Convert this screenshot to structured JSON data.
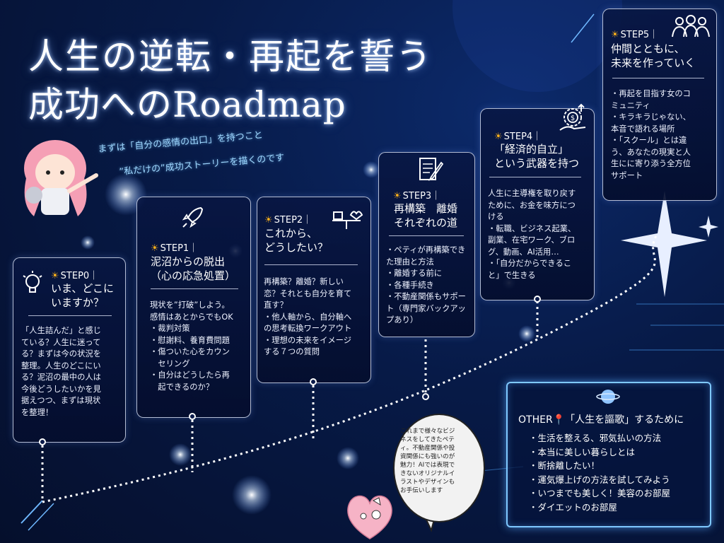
{
  "title_line1": "人生の逆転・再起を誓う",
  "title_line2": "成功へのRoadmap",
  "tagline_line1": "まずは「自分の感情の出口」を持つこと",
  "tagline_line2": "”私だけの”成功ストーリーを描くのです",
  "colors": {
    "accent_sun": "#ffb21a",
    "glow": "#7fc8ff",
    "navy": "#071a47"
  },
  "steps": [
    {
      "label": "STEP0｜",
      "title": "いま、どこに\nいますか？",
      "icon": "lightbulb-icon",
      "body": "「人生詰んだ」と感じ\nている？人生に迷って\nる？まずは今の状況を\n整理。人生のどこにい\nる？泥沼の最中の人は\n今後どうしたいかを見\n据えつつ、まずは現状\nを整理！"
    },
    {
      "label": "STEP1｜",
      "title": "泥沼からの脱出\n（心の応急処置）",
      "icon": "rocket-icon",
      "body": "現状を”打破”しよう。\n感情はあとからでもOK\n・裁判対策\n・慰謝料、養育費問題\n・傷ついた心をカウン\n　セリング\n・自分はどうしたら再\n　起できるのか？"
    },
    {
      "label": "STEP2｜",
      "title": "これから、\nどうしたい？",
      "icon": "balance-scale-icon",
      "body": "再構築？離婚？新しい\n恋？それとも自分を育て\n直す？\n・他人軸から、自分軸へ\nの思考転換ワークアウト\n・理想の未来をイメージ\nする７つの質問"
    },
    {
      "label": "STEP3｜",
      "title": "再構築　離婚\nそれぞれの道",
      "icon": "document-pen-icon",
      "body": "・ペティが再構築でき\nた理由と方法\n・離婚する前に\n・各種手続き\n・不動産関係もサポー\nト（専門家バックアッ\nプあり）"
    },
    {
      "label": "STEP4｜",
      "title": "「経済的自立」\nという武器を持つ",
      "icon": "money-gear-icon",
      "body": "人生に主導権を取り戻す\nために、お金を味方につ\nける\n・転職、ビジネス起業、\n副業、在宅ワーク、ブロ\nグ、動画、AI活用…\n・「自分だからできるこ\nと」で生きる"
    },
    {
      "label": "STEP5｜",
      "title": "仲間とともに、\n未来を作っていく",
      "icon": "group-people-icon",
      "body": "・再起を目指す女のコ\nミュニティ\n・キラキラじゃない、\n本音で語れる場所\n・「スクール」とは違\nう、あなたの現実と人\n生にに寄り添う全方位\nサポート"
    }
  ],
  "other": {
    "title": "OTHER📍「人生を謳歌」するために",
    "icon": "planet-icon",
    "items": "・生活を整える、邪気払いの方法\n・本当に美しい暮らしとは\n・断捨離したい！\n・運気爆上げの方法を試してみよう\n・いつまでも美しく！美容のお部屋\n・ダイエットのお部屋"
  },
  "bubble_text": "これまで様々なビジ\nネスをしてきたペテ\nィ。不動産関係や投\n資関係にも強いのが\n魅力！AIでは表現で\nきないオリジナルイ\nラストやデザインも\nお手伝いします",
  "characters": [
    "girl-character-illustration",
    "heart-character-illustration"
  ]
}
